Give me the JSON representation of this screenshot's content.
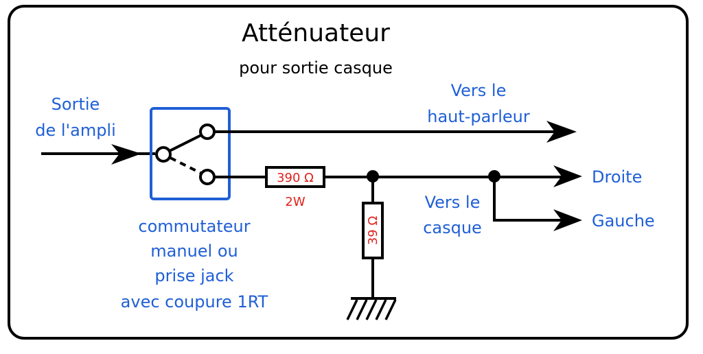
{
  "title": "Atténuateur",
  "subtitle": "pour sortie casque",
  "colors": {
    "label_blue": "#1f5fd6",
    "value_red": "#e0201b",
    "switch_box_blue": "#1f5fd6",
    "wire": "#000000"
  },
  "labels": {
    "input": [
      "Sortie",
      "de l'ampli"
    ],
    "speaker": [
      "Vers le",
      "haut-parleur"
    ],
    "headphone": [
      "Vers le",
      "casque"
    ],
    "right": "Droite",
    "left": "Gauche",
    "switch_caption": [
      "commutateur",
      "manuel ou",
      "prise jack",
      "avec coupure 1RT"
    ]
  },
  "components": {
    "series_resistor": {
      "value": "390 Ω",
      "power": "2W"
    },
    "shunt_resistor": {
      "value": "39 Ω"
    }
  },
  "icons": {
    "switch": "spdt-switch-icon",
    "ground": "ground-icon",
    "arrow": "arrow-right-icon",
    "junction": "junction-dot-icon"
  }
}
